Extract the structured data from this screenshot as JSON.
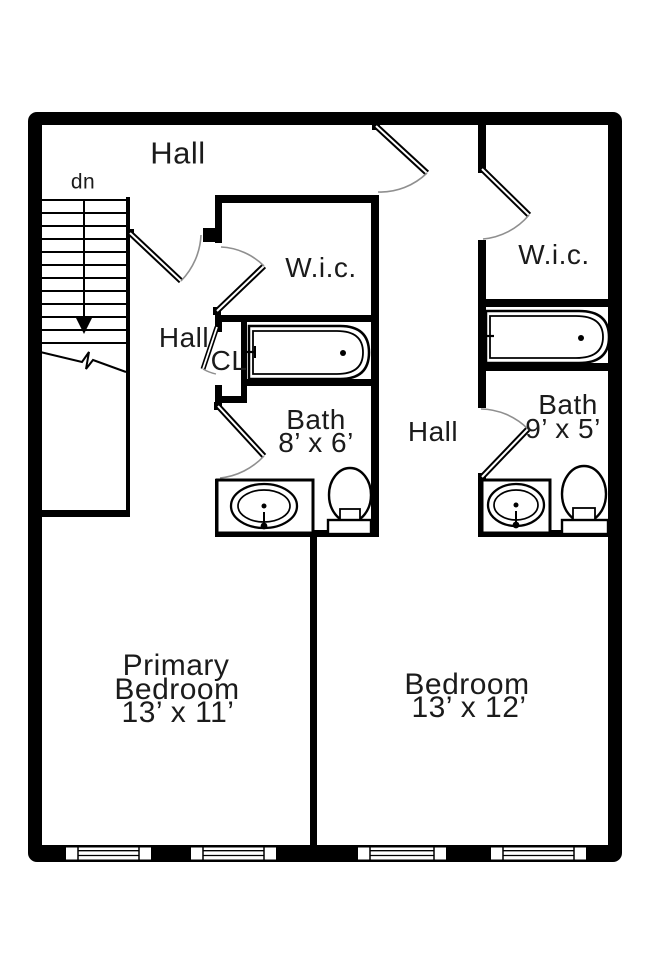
{
  "plan": {
    "type": "floor-plan",
    "colors": {
      "wall": "#000000",
      "background": "#ffffff",
      "door_swing": "#8f8f8f",
      "text": "#1b1b1b"
    },
    "floor_labels": {
      "hall_top": "Hall",
      "hall_stairs": "Hall",
      "hall_middle": "Hall",
      "stairs_down": "dn",
      "wic_left": "W.i.c.",
      "wic_right": "W.i.c.",
      "closet": "CL",
      "bath_left_name": "Bath",
      "bath_left_dims": "8’ x 6’",
      "bath_right_name": "Bath",
      "bath_right_dims": "9’ x 5’",
      "primary_bedroom_line1": "Primary",
      "primary_bedroom_line2": "Bedroom",
      "primary_bedroom_dims": "13’ x 11’",
      "bedroom_line1": "Bedroom",
      "bedroom_dims": "13’ x 12’"
    }
  }
}
